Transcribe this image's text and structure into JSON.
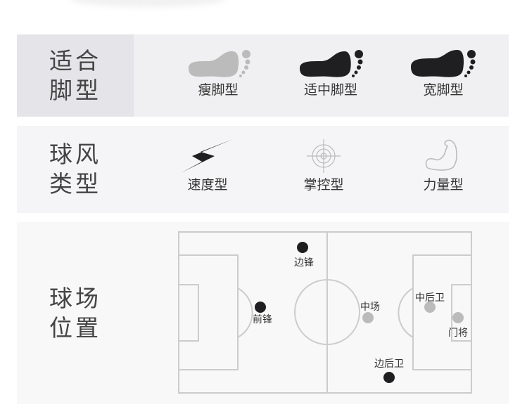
{
  "foot_type": {
    "title": "适合脚型",
    "items": [
      {
        "label": "瘦脚型",
        "icon": "foot-icon",
        "active": false
      },
      {
        "label": "适中脚型",
        "icon": "foot-icon",
        "active": true
      },
      {
        "label": "宽脚型",
        "icon": "foot-icon",
        "active": true
      }
    ]
  },
  "play_style": {
    "title": "球风类型",
    "items": [
      {
        "label": "速度型",
        "icon": "lightning-icon",
        "active": true
      },
      {
        "label": "掌控型",
        "icon": "target-icon",
        "active": false
      },
      {
        "label": "力量型",
        "icon": "muscle-icon",
        "active": false
      }
    ]
  },
  "position": {
    "title": "球场位置",
    "players": [
      {
        "label": "边锋",
        "active": true
      },
      {
        "label": "前锋",
        "active": true
      },
      {
        "label": "中场",
        "active": false
      },
      {
        "label": "中后卫",
        "active": false
      },
      {
        "label": "门将",
        "active": false
      },
      {
        "label": "边后卫",
        "active": true
      }
    ]
  },
  "colors": {
    "active": "#1f1f22",
    "inactive": "#bbbbbb",
    "line": "#cccccc"
  }
}
